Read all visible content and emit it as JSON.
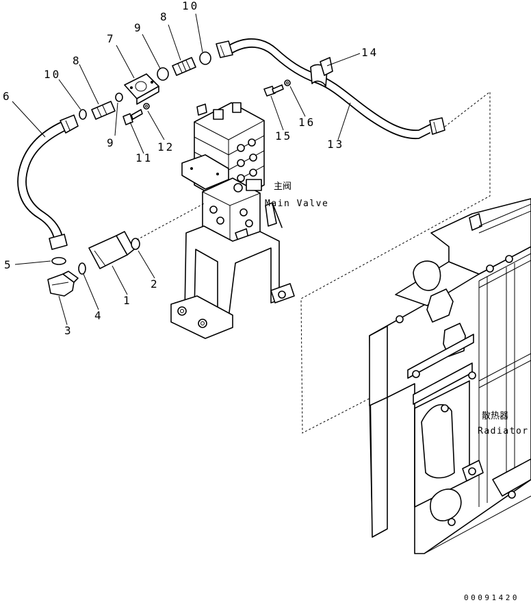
{
  "callouts": [
    {
      "id": "c10a",
      "text": "10"
    },
    {
      "id": "c9a",
      "text": "9"
    },
    {
      "id": "c8a",
      "text": "8"
    },
    {
      "id": "c7",
      "text": "7"
    },
    {
      "id": "c8b",
      "text": "8"
    },
    {
      "id": "c10b",
      "text": "10"
    },
    {
      "id": "c6",
      "text": "6"
    },
    {
      "id": "c9b",
      "text": "9"
    },
    {
      "id": "c11",
      "text": "11"
    },
    {
      "id": "c12",
      "text": "12"
    },
    {
      "id": "c14",
      "text": "14"
    },
    {
      "id": "c16",
      "text": "16"
    },
    {
      "id": "c15",
      "text": "15"
    },
    {
      "id": "c13",
      "text": "13"
    },
    {
      "id": "c5",
      "text": "5"
    },
    {
      "id": "c4",
      "text": "4"
    },
    {
      "id": "c3",
      "text": "3"
    },
    {
      "id": "c1",
      "text": "1"
    },
    {
      "id": "c2",
      "text": "2"
    }
  ],
  "labels": {
    "main_valve_cn": "主阀",
    "main_valve_en": "Main Valve",
    "radiator_cn": "散热器",
    "radiator_en": "Radiator"
  },
  "drawing_code": "00091420"
}
